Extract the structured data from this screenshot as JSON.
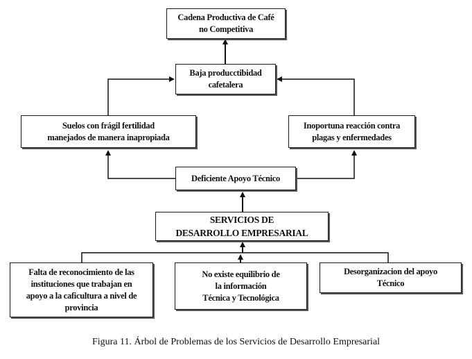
{
  "diagram": {
    "type": "problem-tree",
    "nodes": {
      "top": {
        "label": "Cadena Productiva de Café\nno Competitiva"
      },
      "baja": {
        "label": "Baja producctibidad\ncafetalera"
      },
      "suelos": {
        "label": "Suelos con frágil fertilidad\nmanejados de manera inapropiada"
      },
      "inoportuna": {
        "label": "Inoportuna reacción contra\nplagas y enfermedades"
      },
      "deficiente": {
        "label": "Deficiente Apoyo Técnico"
      },
      "servicios": {
        "label": "SERVICIOS DE\nDESARROLLO EMPRESARIAL"
      },
      "falta": {
        "label": "Falta de reconocimiento  de las\ninstituciones que trabajan en\napoyo a la caficultura a nivel de\nprovincia"
      },
      "no_existe": {
        "label": "No existe equilibrio de\nla información\nTécnica y Tecnológica"
      },
      "desorg": {
        "label": "Desorganizacion del apoyo\nTécnico"
      }
    },
    "edges": [
      {
        "from": "baja",
        "to": "top"
      },
      {
        "from": "suelos",
        "to": "baja"
      },
      {
        "from": "inoportuna",
        "to": "baja"
      },
      {
        "from": "deficiente",
        "to": "suelos"
      },
      {
        "from": "deficiente",
        "to": "inoportuna"
      },
      {
        "from": "servicios",
        "to": "deficiente"
      },
      {
        "from": "falta",
        "to": "servicios"
      },
      {
        "from": "no_existe",
        "to": "servicios"
      },
      {
        "from": "desorg",
        "to": "servicios"
      }
    ]
  },
  "caption": "Figura 11.  Árbol de Problemas de los Servicios de Desarrollo Empresarial",
  "colors": {
    "line": "#111111",
    "box_border": "#1a1a1a",
    "box_shadow": "#555555",
    "background": "#ffffff"
  }
}
